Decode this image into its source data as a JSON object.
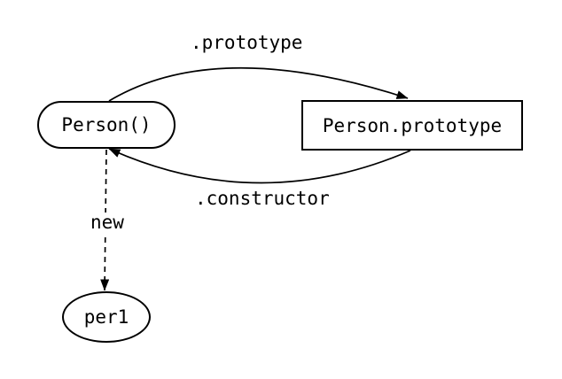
{
  "diagram": {
    "background_color": "#ffffff",
    "stroke_color": "#000000",
    "text_color": "#000000",
    "nodes": [
      {
        "id": "person-function",
        "shape": "stadium",
        "label": "Person()"
      },
      {
        "id": "person-prototype",
        "shape": "rectangle",
        "label": "Person.prototype"
      },
      {
        "id": "per1-instance",
        "shape": "ellipse",
        "label": "per1"
      }
    ],
    "edges": [
      {
        "from": "person-function",
        "to": "person-prototype",
        "style": "solid-curve",
        "label": ".prototype"
      },
      {
        "from": "person-prototype",
        "to": "person-function",
        "style": "solid-curve",
        "label": ".constructor"
      },
      {
        "from": "person-function",
        "to": "per1-instance",
        "style": "dashed",
        "label": "new"
      }
    ]
  }
}
